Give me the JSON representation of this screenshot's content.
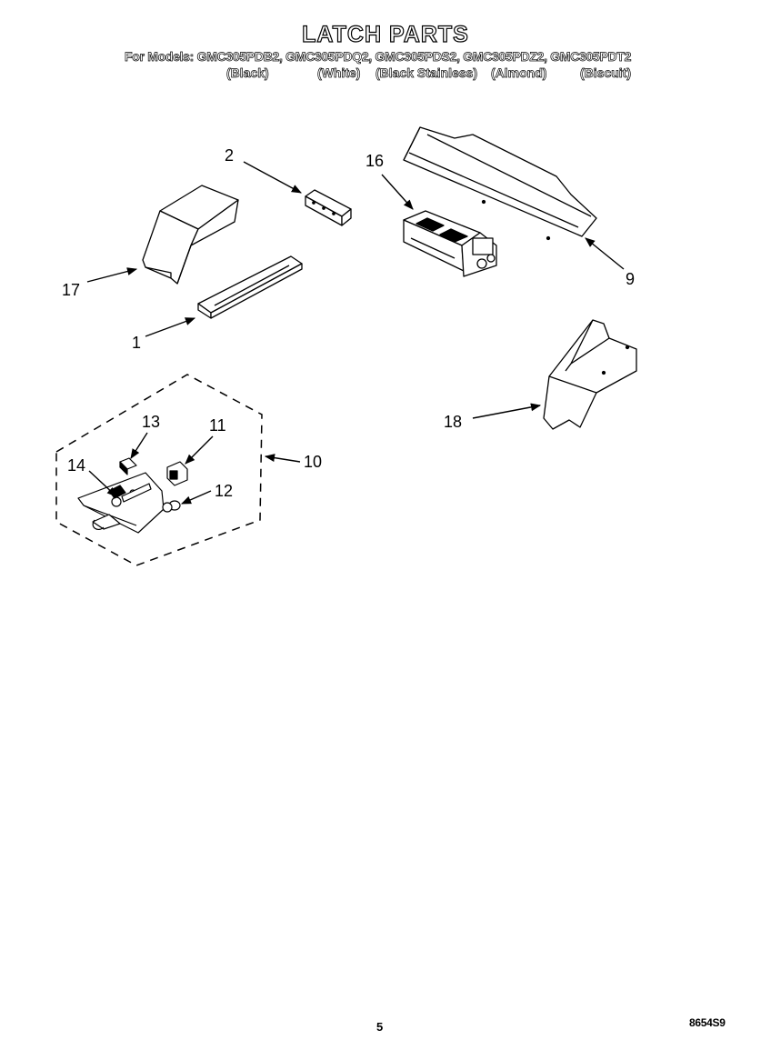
{
  "header": {
    "title": "LATCH PARTS",
    "models_line": "For Models: GMC305PDB2, GMC305PDQ2, GMC305PDS2, GMC305PDZ2, GMC305PDT2",
    "finishes": [
      "(Black)",
      "(White)",
      "(Black Stainless)",
      "(Almond)",
      "(Biscuit)"
    ]
  },
  "callouts": {
    "c2": "2",
    "c16": "16",
    "c17": "17",
    "c9": "9",
    "c1": "1",
    "c18": "18",
    "c13": "13",
    "c11": "11",
    "c14": "14",
    "c10": "10",
    "c12": "12"
  },
  "footer": {
    "page_number": "5",
    "document_number": "8654S9"
  }
}
